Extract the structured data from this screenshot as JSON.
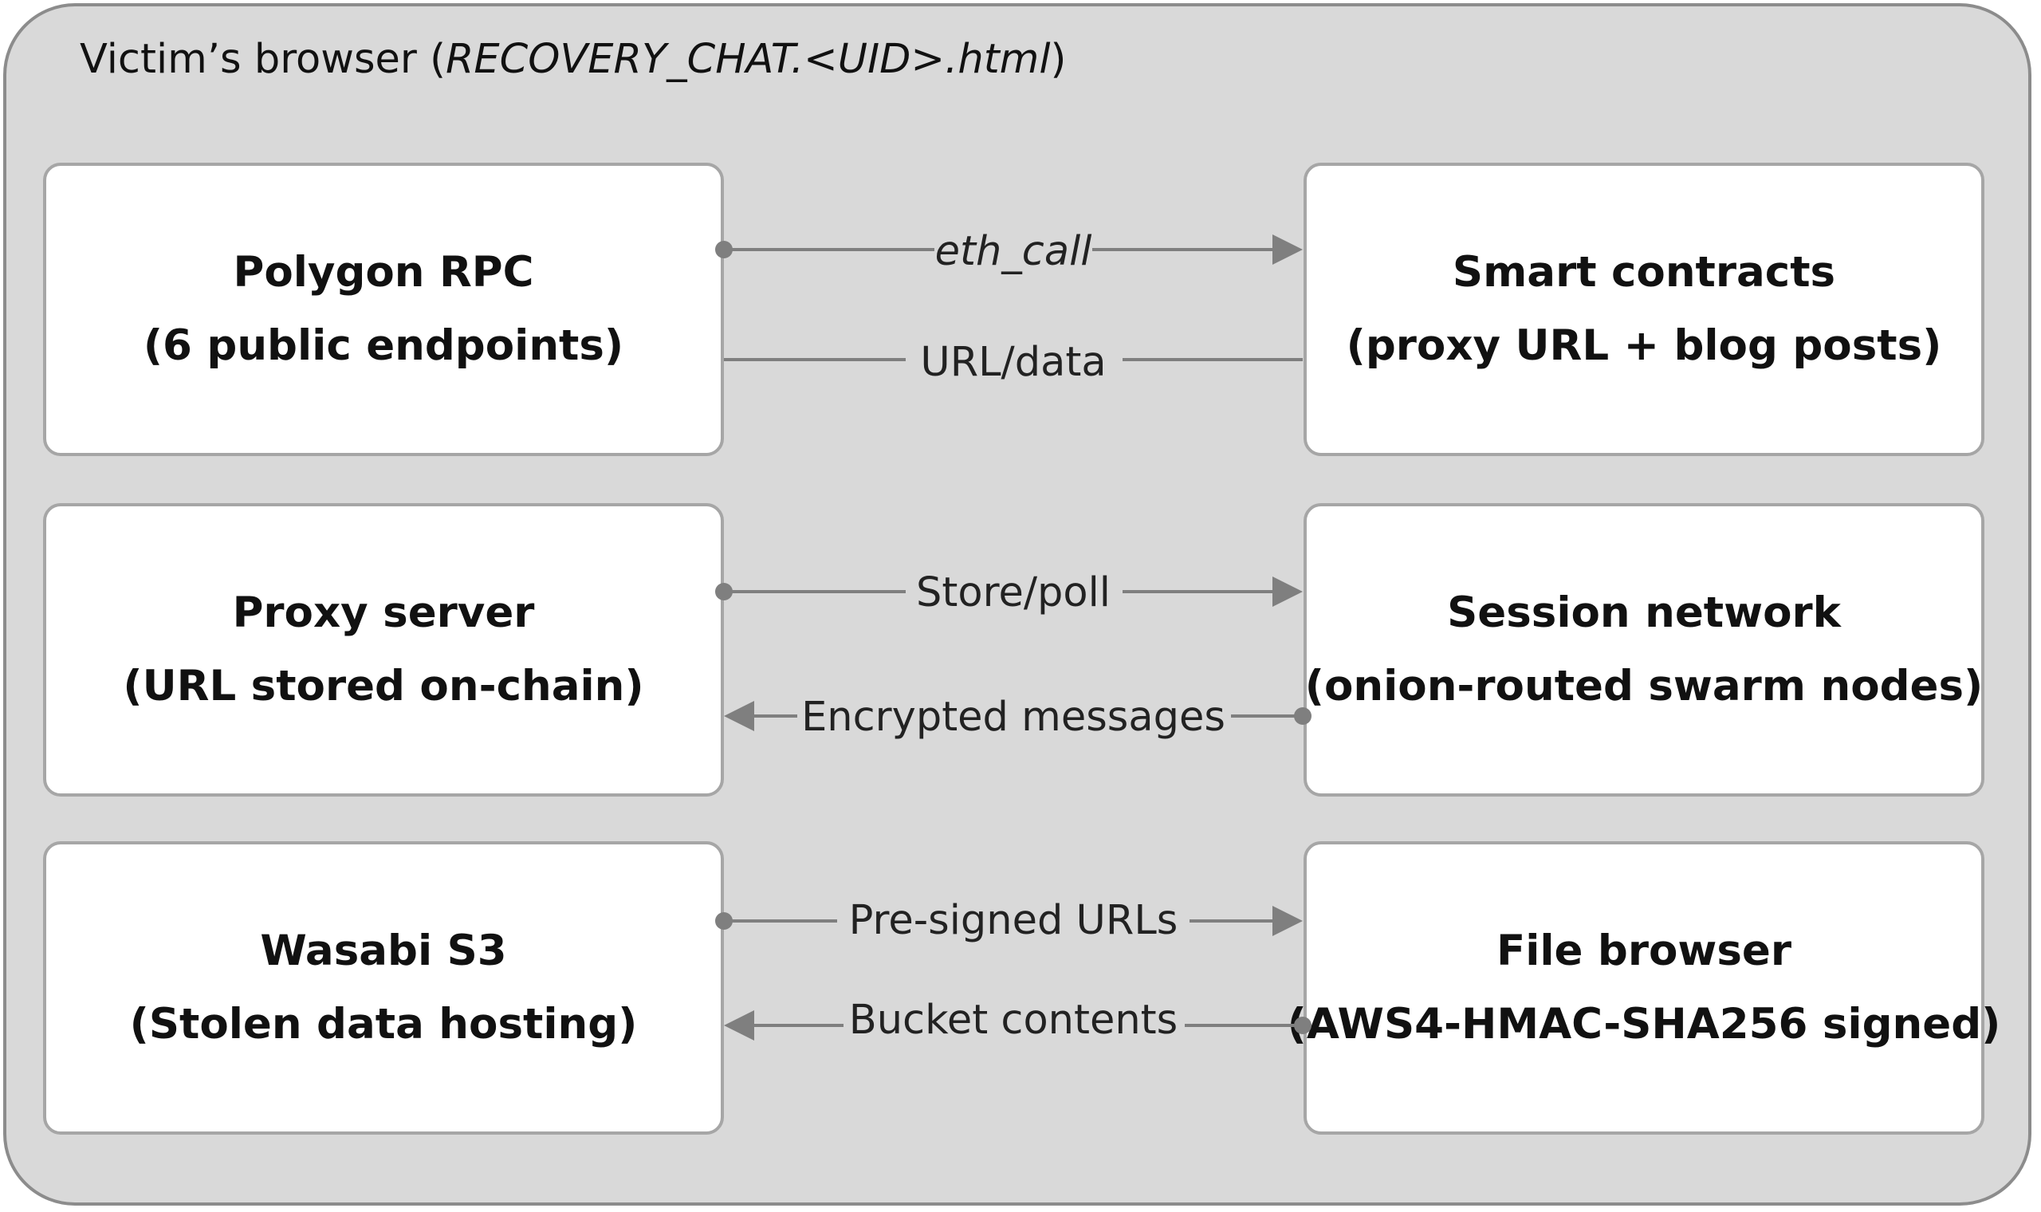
{
  "container": {
    "title_prefix": "Victim’s browser (",
    "title_italic": "RECOVERY_CHAT.<UID>.html",
    "title_suffix": ")"
  },
  "nodes": {
    "polygon_rpc": {
      "title": "Polygon RPC",
      "subtitle": "(6 public endpoints)"
    },
    "smart_contracts": {
      "title": "Smart contracts",
      "subtitle": "(proxy URL + blog posts)"
    },
    "proxy_server": {
      "title": "Proxy server",
      "subtitle": "(URL stored on-chain)"
    },
    "session_network": {
      "title": "Session network",
      "subtitle": "(onion-routed swarm nodes)"
    },
    "wasabi_s3": {
      "title": "Wasabi S3",
      "subtitle": "(Stolen data hosting)"
    },
    "file_browser": {
      "title": "File browser",
      "subtitle": "(AWS4-HMAC-SHA256 signed)"
    }
  },
  "edges": {
    "eth_call": "eth_call",
    "url_data": "URL/data",
    "store_poll": "Store/poll",
    "encrypted_messages": "Encrypted messages",
    "presigned_urls": "Pre-signed URLs",
    "bucket_contents": "Bucket contents"
  },
  "colors": {
    "container_bg": "#d9d9d9",
    "container_border": "#8c8c8c",
    "box_bg": "#ffffff",
    "box_border": "#a6a6a6",
    "connector": "#7f7f7f"
  }
}
